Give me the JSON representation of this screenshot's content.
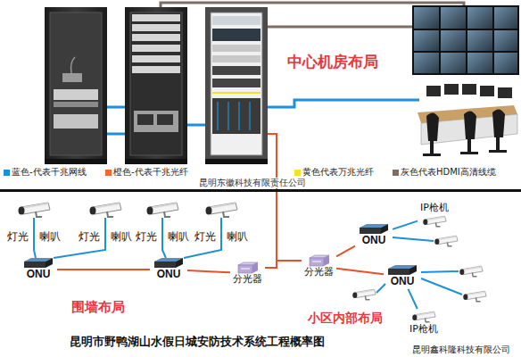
{
  "diagram": {
    "caption": "昆明市野鸭湖山水假日城安防技术系统工程概率图",
    "nodes": [
      {
        "text": [
          "ONU"
        ]
      },
      {
        "text": [
          "ONU"
        ]
      },
      {
        "text": [
          "分光器"
        ]
      },
      {
        "text": [
          "分光器"
        ]
      },
      {
        "text": [
          "ONU"
        ]
      },
      {
        "text": [
          "ONU"
        ]
      },
      {
        "text": [
          "IP枪机"
        ]
      },
      {
        "text": [
          "IP枪机"
        ]
      }
    ],
    "edges": [
      {
        "from": 2,
        "to": 1,
        "arrow": "none"
      },
      {
        "from": 1,
        "to": 0,
        "arrow": "none"
      },
      {
        "from": 3,
        "to": 4,
        "arrow": "none"
      },
      {
        "from": 3,
        "to": 5,
        "arrow": "none"
      },
      {
        "from": 4,
        "to": 6,
        "arrow": "none"
      },
      {
        "from": 5,
        "to": 7,
        "arrow": "none"
      }
    ],
    "labels": [
      "中心机房布局",
      "昆明东徽科技有限责任公司",
      "灯光",
      "喇叭",
      "灯光",
      "喇叭",
      "灯光",
      "喇叭",
      "灯光",
      "喇叭",
      "围墙布局",
      "小区内部布局",
      "昆明鑫科隆科技有限公司"
    ],
    "legend": [
      {
        "text": "蓝色-代表千兆网线",
        "color": "#1e90d8"
      },
      {
        "text": "橙色-代表千兆光纤",
        "color": "#ef6a2c"
      },
      {
        "text": "黄色代表万兆光纤",
        "color": "#f3e12b"
      },
      {
        "text": "灰色代表HDMI高清线缆",
        "color": "#7d6d62"
      }
    ]
  }
}
